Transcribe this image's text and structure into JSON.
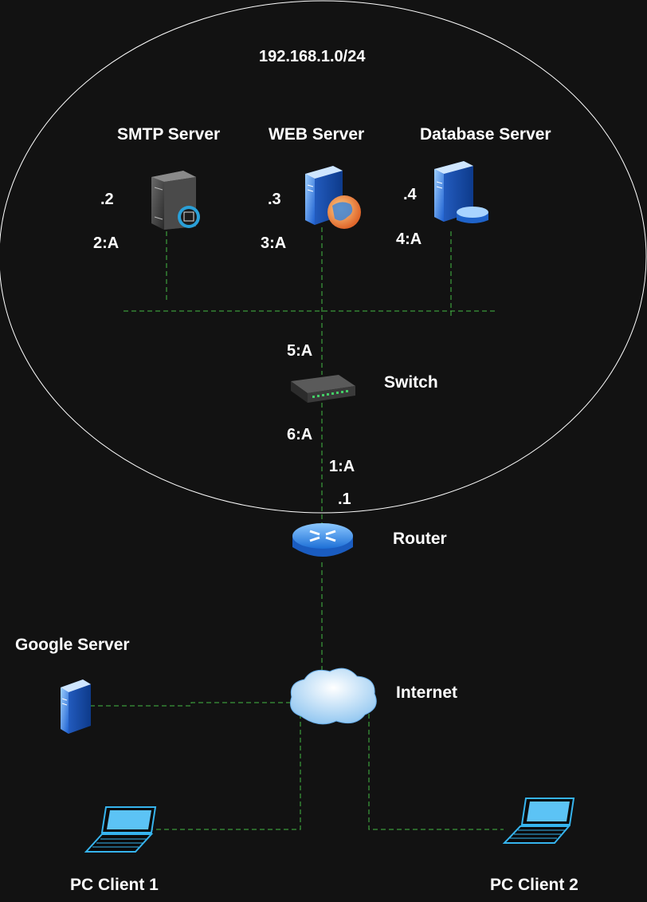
{
  "network": {
    "subnet": "192.168.1.0/24"
  },
  "devices": {
    "smtp": {
      "name": "SMTP Server",
      "ip": ".2",
      "port": "2:A",
      "icon": "smtp-server-icon"
    },
    "web": {
      "name": "WEB Server",
      "ip": ".3",
      "port": "3:A",
      "icon": "web-server-icon"
    },
    "db": {
      "name": "Database Server",
      "ip": ".4",
      "port": "4:A",
      "icon": "database-server-icon"
    },
    "switch": {
      "name": "Switch",
      "port_top": "5:A",
      "port_bottom": "6:A",
      "icon": "switch-icon"
    },
    "router": {
      "name": "Router",
      "port": "1:A",
      "ip": ".1",
      "icon": "router-icon"
    },
    "internet": {
      "name": "Internet",
      "icon": "cloud-icon"
    },
    "google": {
      "name": "Google Server",
      "icon": "server-icon"
    },
    "pc1": {
      "name": "PC Client 1",
      "icon": "laptop-icon"
    },
    "pc2": {
      "name": "PC Client 2",
      "icon": "laptop-icon"
    }
  },
  "colors": {
    "background": "#121212",
    "link": "#44bb44",
    "boundary": "#ffffff",
    "text": "#ffffff"
  }
}
